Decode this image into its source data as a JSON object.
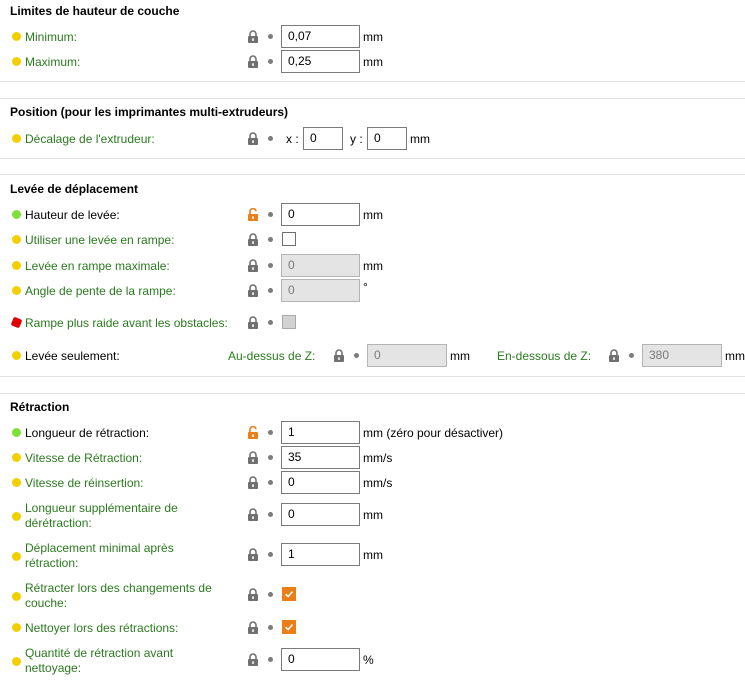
{
  "sections": {
    "layer_height": {
      "title": "Limites de hauteur de couche",
      "minimum": {
        "label": "Minimum:",
        "value": "0,07",
        "unit": "mm"
      },
      "maximum": {
        "label": "Maximum:",
        "value": "0,25",
        "unit": "mm"
      }
    },
    "position": {
      "title": "Position (pour les imprimantes multi-extrudeurs)",
      "extruder_offset": {
        "label": "Décalage de l'extrudeur:",
        "x_label": "x :",
        "x_value": "0",
        "y_label": "y :",
        "y_value": "0",
        "unit": "mm"
      }
    },
    "lift": {
      "title": "Levée de déplacement",
      "lift_height": {
        "label": "Hauteur de levée:",
        "value": "0",
        "unit": "mm"
      },
      "ramping_lift": {
        "label": "Utiliser une levée en rampe:",
        "checked": false
      },
      "max_ramping_lift": {
        "label": "Levée en rampe maximale:",
        "value": "0",
        "unit": "mm"
      },
      "ramp_slope": {
        "label": "Angle de pente de la rampe:",
        "value": "0",
        "unit": "°"
      },
      "steeper_ramp": {
        "label": "Rampe plus raide avant les obstacles:",
        "checked": false
      },
      "lift_only": {
        "label": "Levée seulement:",
        "above_label": "Au-dessus de Z:",
        "above_value": "0",
        "above_unit": "mm",
        "below_label": "En-dessous de Z:",
        "below_value": "380",
        "below_unit": "mm"
      }
    },
    "retraction": {
      "title": "Rétraction",
      "length": {
        "label": "Longueur de rétraction:",
        "value": "1",
        "unit": "mm (zéro pour désactiver)"
      },
      "speed": {
        "label": "Vitesse de Rétraction:",
        "value": "35",
        "unit": "mm/s"
      },
      "deretract_speed": {
        "label": "Vitesse de réinsertion:",
        "value": "0",
        "unit": "mm/s"
      },
      "extra_length": {
        "label_line1": "Longueur supplémentaire de",
        "label_line2": "dérétraction:",
        "value": "0",
        "unit": "mm"
      },
      "min_travel": {
        "label_line1": "Déplacement minimal après",
        "label_line2": "rétraction:",
        "value": "1",
        "unit": "mm"
      },
      "retract_layer_change": {
        "label_line1": "Rétracter lors des changements de",
        "label_line2": "couche:",
        "checked": true
      },
      "wipe": {
        "label": "Nettoyer lors des rétractions:",
        "checked": true
      },
      "retract_before_wipe": {
        "label_line1": "Quantité de rétraction avant",
        "label_line2": "nettoyage:",
        "value": "0",
        "unit": "%"
      }
    }
  },
  "colors": {
    "label_green": "#2a7a1e",
    "dot_yellow": "#f2cf00",
    "dot_green": "#7ee03a",
    "dot_red": "#e00000",
    "unlock_orange": "#ea7f1a",
    "checkbox_checked": "#ea7f1a"
  },
  "icons": {
    "lock": "lock-icon",
    "unlock": "unlock-icon",
    "reset_dot": "dot-icon",
    "check": "check-icon"
  }
}
